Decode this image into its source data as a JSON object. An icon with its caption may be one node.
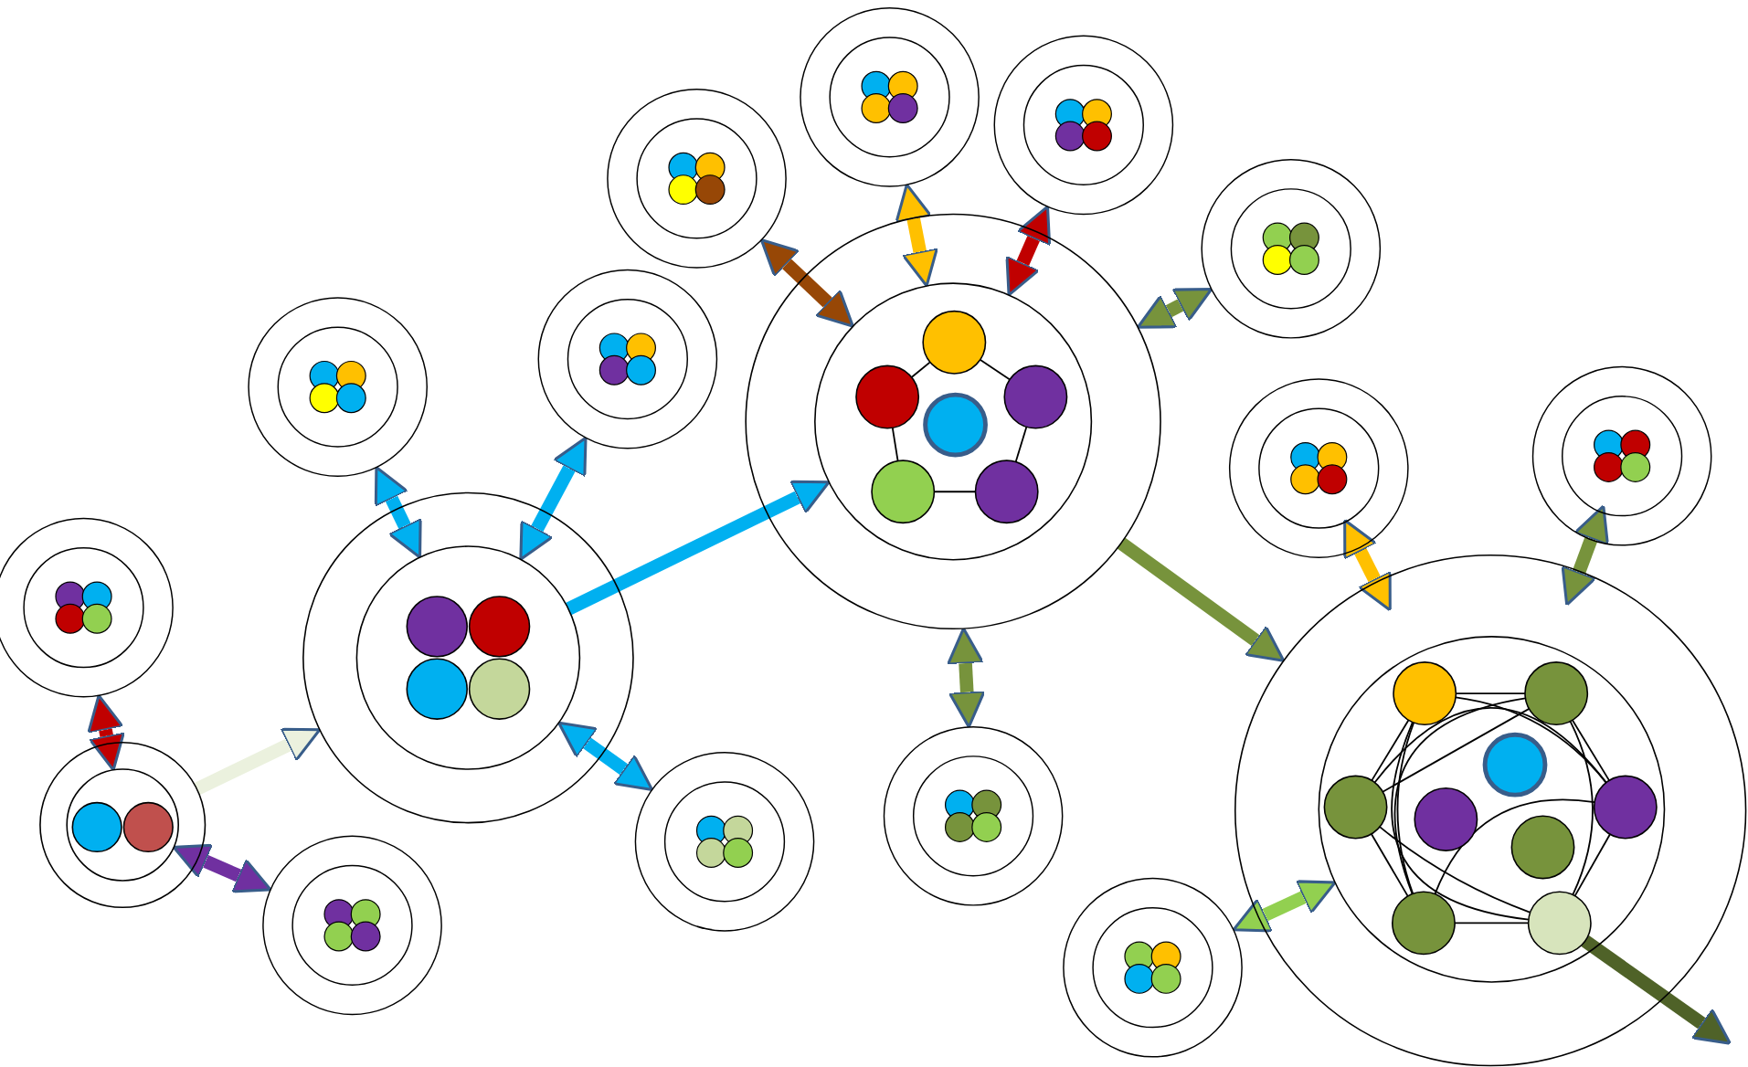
{
  "diagram": {
    "nodes": [
      {
        "text": [],
        "shape": "circle"
      },
      {
        "text": [],
        "shape": "circle",
        "in": 0
      },
      {
        "text": [],
        "shape": "circle",
        "in": 1
      },
      {
        "text": [],
        "shape": "circle",
        "in": 1
      },
      {
        "text": [],
        "shape": "circle"
      },
      {
        "text": [],
        "shape": "circle"
      },
      {
        "text": [],
        "shape": "circle"
      },
      {
        "text": [],
        "shape": "circle",
        "in": 6
      },
      {
        "text": [],
        "shape": "circle",
        "in": 7
      },
      {
        "text": [],
        "shape": "circle",
        "in": 7
      },
      {
        "text": [],
        "shape": "circle",
        "in": 7
      },
      {
        "text": [],
        "shape": "circle",
        "in": 7
      },
      {
        "text": [],
        "shape": "circle"
      },
      {
        "text": [],
        "shape": "circle"
      },
      {
        "text": [],
        "shape": "circle"
      },
      {
        "text": [],
        "shape": "circle"
      },
      {
        "text": [],
        "shape": "circle",
        "in": 15
      },
      {
        "text": [],
        "shape": "circle",
        "in": 16
      },
      {
        "text": [],
        "shape": "circle",
        "in": 16
      },
      {
        "text": [],
        "shape": "circle",
        "in": 16
      },
      {
        "text": [],
        "shape": "circle",
        "in": 16
      },
      {
        "text": [],
        "shape": "circle",
        "in": 16
      },
      {
        "text": [],
        "shape": "circle",
        "in": 16
      },
      {
        "text": [],
        "shape": "circle"
      },
      {
        "text": [],
        "shape": "circle"
      },
      {
        "text": [],
        "shape": "circle"
      },
      {
        "text": [],
        "shape": "circle"
      },
      {
        "text": [],
        "shape": "circle"
      },
      {
        "text": [],
        "shape": "circle"
      },
      {
        "text": [],
        "shape": "circle",
        "in": 28
      },
      {
        "text": [],
        "shape": "circle",
        "in": 29
      },
      {
        "text": [],
        "shape": "circle",
        "in": 29
      },
      {
        "text": [],
        "shape": "circle",
        "in": 29
      },
      {
        "text": [],
        "shape": "circle",
        "in": 29
      },
      {
        "text": [],
        "shape": "circle",
        "in": 29
      },
      {
        "text": [],
        "shape": "circle",
        "in": 29
      },
      {
        "text": [],
        "shape": "circle",
        "in": 29
      },
      {
        "text": [],
        "shape": "circle",
        "in": 29
      },
      {
        "text": [],
        "shape": "circle",
        "in": 29
      },
      {
        "text": [],
        "shape": "circle"
      },
      {
        "text": [],
        "shape": "circle"
      },
      {
        "text": [],
        "shape": "circle"
      }
    ],
    "edges": [
      {
        "from": 4,
        "to": 1,
        "arrow": "both",
        "style": "thick",
        "color": "#c00000"
      },
      {
        "from": 5,
        "to": 1,
        "arrow": "both",
        "style": "thick",
        "color": "#7030a0"
      },
      {
        "from": 0,
        "to": 6,
        "arrow": "to",
        "style": "thick",
        "color": "#ebf1de"
      },
      {
        "from": 12,
        "to": 7,
        "arrow": "both",
        "style": "thick",
        "color": "#00b0f0"
      },
      {
        "from": 13,
        "to": 7,
        "arrow": "both",
        "style": "thick",
        "color": "#00b0f0"
      },
      {
        "from": 14,
        "to": 7,
        "arrow": "both",
        "style": "thick",
        "color": "#00b0f0"
      },
      {
        "from": 7,
        "to": 16,
        "arrow": "to",
        "style": "thick",
        "color": "#00b0f0"
      },
      {
        "from": 23,
        "to": 16,
        "arrow": "both",
        "style": "thick",
        "color": "#974706"
      },
      {
        "from": 24,
        "to": 16,
        "arrow": "both",
        "style": "thick",
        "color": "#ffc000"
      },
      {
        "from": 25,
        "to": 16,
        "arrow": "both",
        "style": "thick",
        "color": "#c00000"
      },
      {
        "from": 26,
        "to": 15,
        "arrow": "both",
        "style": "thick",
        "color": "#77933c"
      },
      {
        "from": 27,
        "to": 15,
        "arrow": "both",
        "style": "thick",
        "color": "#77933c"
      },
      {
        "from": 15,
        "to": 28,
        "arrow": "to",
        "style": "thick",
        "color": "#77933c"
      },
      {
        "from": 17,
        "to": 19,
        "arrow": "none"
      },
      {
        "from": 19,
        "to": 22,
        "arrow": "none"
      },
      {
        "from": 22,
        "to": 21,
        "arrow": "none"
      },
      {
        "from": 21,
        "to": 18,
        "arrow": "none"
      },
      {
        "from": 18,
        "to": 17,
        "arrow": "none"
      },
      {
        "from": 39,
        "to": 28,
        "arrow": "both",
        "style": "thick",
        "color": "#ffc000"
      },
      {
        "from": 40,
        "to": 28,
        "arrow": "both",
        "style": "thick",
        "color": "#77933c"
      },
      {
        "from": 41,
        "to": 29,
        "arrow": "both",
        "style": "thick",
        "color": "#92d050"
      },
      {
        "from": 30,
        "to": 31,
        "arrow": "none"
      },
      {
        "from": 30,
        "to": 33,
        "arrow": "none"
      },
      {
        "from": 30,
        "to": 35,
        "arrow": "none"
      },
      {
        "from": 30,
        "to": 37,
        "arrow": "none"
      },
      {
        "from": 30,
        "to": 38,
        "arrow": "none"
      },
      {
        "from": 31,
        "to": 33,
        "arrow": "none"
      },
      {
        "from": 31,
        "to": 35,
        "arrow": "none"
      },
      {
        "from": 31,
        "to": 37,
        "arrow": "none"
      },
      {
        "from": 31,
        "to": 38,
        "arrow": "none"
      },
      {
        "from": 33,
        "to": 35,
        "arrow": "none"
      },
      {
        "from": 33,
        "to": 37,
        "arrow": "none"
      },
      {
        "from": 33,
        "to": 38,
        "arrow": "none"
      },
      {
        "from": 35,
        "to": 37,
        "arrow": "none"
      },
      {
        "from": 35,
        "to": 38,
        "arrow": "none"
      },
      {
        "from": 37,
        "to": 38,
        "arrow": "none"
      },
      {
        "from": 38,
        "to": null,
        "arrow": "to",
        "style": "thick",
        "color": "#4f6228"
      }
    ]
  }
}
